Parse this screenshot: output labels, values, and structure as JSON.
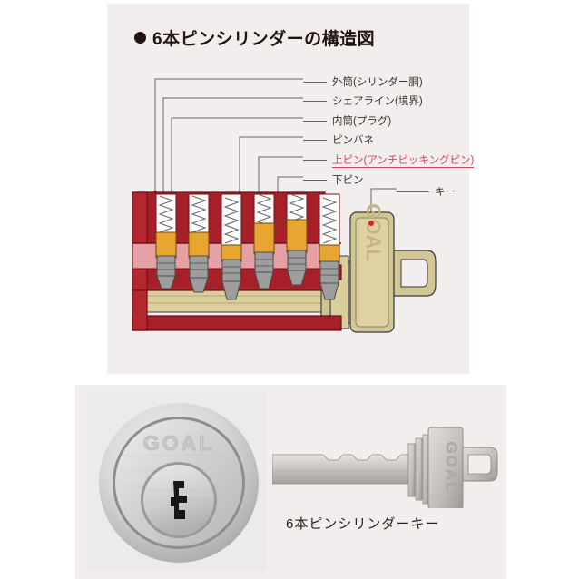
{
  "page": {
    "background": "#ffffff",
    "panel_background": "#f3eeee"
  },
  "diagram": {
    "bullet": "●",
    "title": "6本ピンシリンダーの構造図",
    "accent_color": "#d4455a",
    "body_color": "#a52028",
    "plug_color": "#e4a0a4",
    "key_color": "#cfc38f",
    "upper_pin_color": "#e9a532",
    "lower_pin_color": "#9d9d9d",
    "spring_color": "#ffffff",
    "callouts": [
      {
        "id": "outer-cylinder",
        "label": "外筒(シリンダー胴)",
        "accent": false
      },
      {
        "id": "shear-line",
        "label": "シェアライン(境界)",
        "accent": false
      },
      {
        "id": "inner-plug",
        "label": "内筒(プラグ)",
        "accent": false
      },
      {
        "id": "pin-spring",
        "label": "ピンバネ",
        "accent": false
      },
      {
        "id": "upper-pin",
        "label": "上ピン(アンチピッキングピン)",
        "accent": true
      },
      {
        "id": "lower-pin",
        "label": "下ピン",
        "accent": false
      }
    ],
    "key_callout": {
      "id": "key",
      "label": "キー"
    },
    "key_head_brand": "GOAL",
    "pin_count": 6
  },
  "photos": {
    "cylinder_face": {
      "name": "cylinder-face-photo",
      "brand": "GOAL"
    },
    "key": {
      "name": "key-photo",
      "brand": "GOAL",
      "caption": "6本ピンシリンダーキー"
    }
  }
}
